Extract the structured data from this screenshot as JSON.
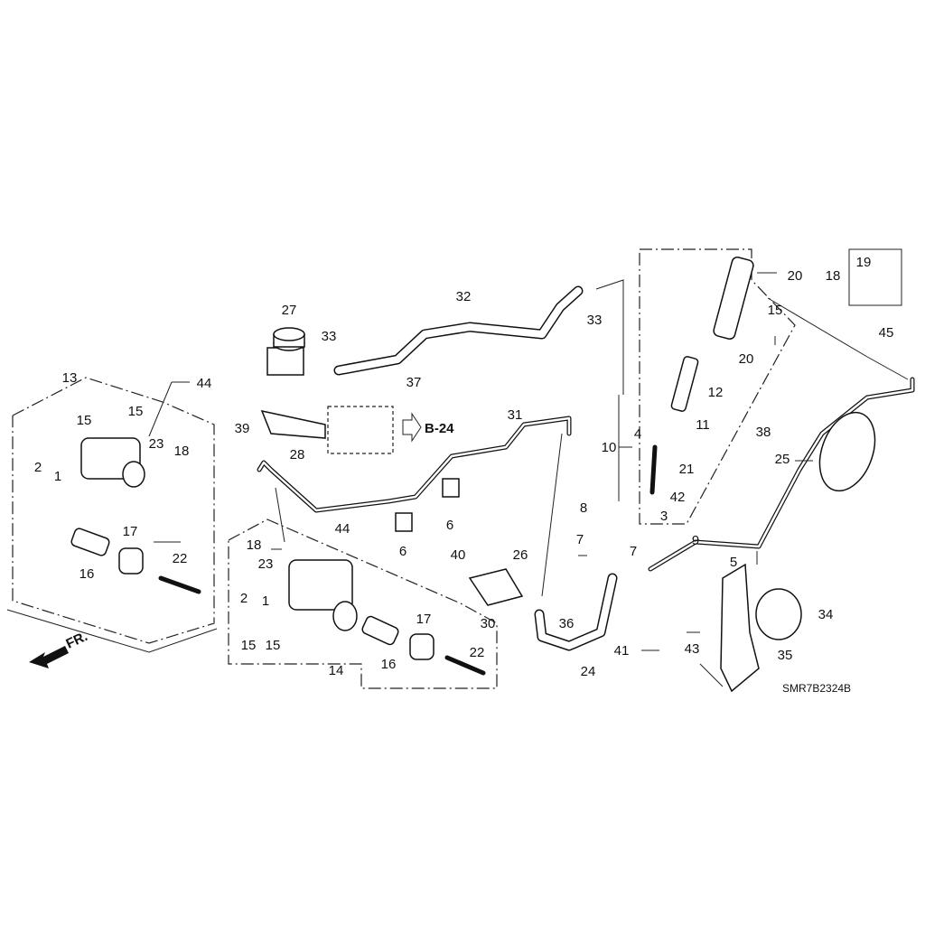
{
  "diagram_code": "SMR7B2324B",
  "reference_label": "B-24",
  "front_indicator": "FR.",
  "callouts": [
    "13",
    "15",
    "15",
    "2",
    "1",
    "23",
    "18",
    "44",
    "17",
    "16",
    "22",
    "27",
    "33",
    "32",
    "33",
    "37",
    "39",
    "28",
    "31",
    "6",
    "6",
    "44",
    "18",
    "23",
    "2",
    "1",
    "15",
    "15",
    "16",
    "17",
    "22",
    "14",
    "40",
    "30",
    "26",
    "7",
    "36",
    "24",
    "8",
    "10",
    "20",
    "18",
    "19",
    "45",
    "15",
    "20",
    "12",
    "11",
    "4",
    "38",
    "21",
    "42",
    "3",
    "9",
    "25",
    "7",
    "5",
    "34",
    "43",
    "41",
    "35"
  ]
}
